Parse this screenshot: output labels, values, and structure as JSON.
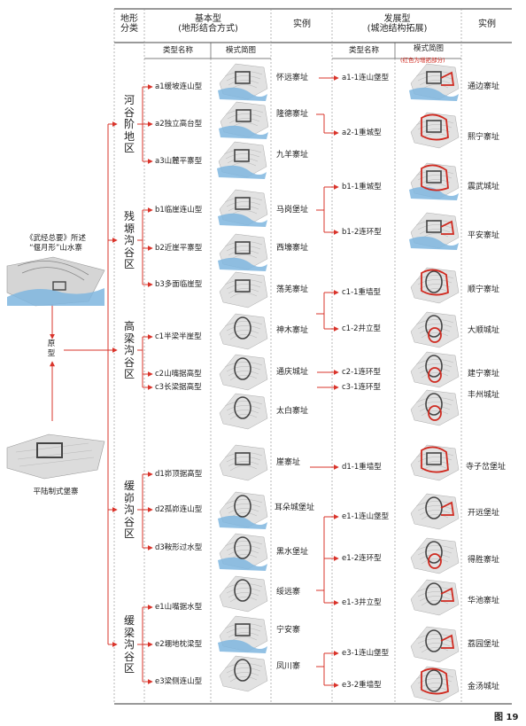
{
  "header": {
    "landform": "地形\n分类",
    "basic": "基本型\n(地形结合方式)",
    "example1": "实例",
    "developed": "发展型\n(城池结构拓展)",
    "example2": "实例",
    "sub_type_name_1": "类型名称",
    "sub_diagram_1": "模式简图",
    "sub_type_name_2": "类型名称",
    "sub_diagram_2": "模式简图",
    "red_note": "(红色为增拓部分)"
  },
  "left": {
    "top_caption": "《武经总要》所述\n“偃月形”山水寨",
    "prototype": "原\n型",
    "bottom_caption": "平陆制式堡寨"
  },
  "categories": [
    {
      "label": "河\n谷\n阶\n地\n区"
    },
    {
      "label": "残\n塬\n沟\n谷\n区"
    },
    {
      "label": "高\n梁\n沟\n谷\n区"
    },
    {
      "label": "缓\n峁\n沟\n谷\n区"
    },
    {
      "label": "缓\n梁\n沟\n谷\n区"
    }
  ],
  "basic_types": [
    {
      "name": "a1缓坡连山型",
      "example": "怀远寨址"
    },
    {
      "name": "a2独立高台型",
      "example": "隆德寨址"
    },
    {
      "name": "a3山麓平寨型",
      "example": "九羊寨址"
    },
    {
      "name": "b1临崖连山型",
      "example": "马岗堡址"
    },
    {
      "name": "b2近崖平寨型",
      "example": "西壕寨址"
    },
    {
      "name": "b3多面临崖型",
      "example": "荡羌寨址"
    },
    {
      "name": "c1半梁半崖型",
      "example": "神木寨址"
    },
    {
      "name": "c2山嘴据高型",
      "example": "通庆城址"
    },
    {
      "name": "c3长梁据高型",
      "example": "太白寨址"
    },
    {
      "name": "d1峁顶据高型",
      "example": "崖寨址"
    },
    {
      "name": "d2孤峁连山型",
      "example": "耳朵城堡址"
    },
    {
      "name": "d3鞍形过水型",
      "example": "黑水堡址"
    },
    {
      "name": "e1山嘴据水型",
      "example": "绥远寨"
    },
    {
      "name": "e2堋地枕梁型",
      "example": "宁安寨"
    },
    {
      "name": "e3梁侧连山型",
      "example": "凤川寨"
    }
  ],
  "developed_types": [
    {
      "name": "a1-1连山堡型",
      "example": "通边寨址"
    },
    {
      "name": "a2-1重城型",
      "example": "熙宁寨址"
    },
    {
      "name": "b1-1重城型",
      "example": "震武城址"
    },
    {
      "name": "b1-2连环型",
      "example": "平安寨址"
    },
    {
      "name": "c1-1重墙型",
      "example": "顺宁寨址"
    },
    {
      "name": "c1-2井立型",
      "example": "大顺城址"
    },
    {
      "name": "c2-1连环型",
      "example": "建宁寨址"
    },
    {
      "name": "c3-1连环型",
      "example": "丰州城址"
    },
    {
      "name": "d1-1重墙型",
      "example": "寺子岔堡址"
    },
    {
      "name": "e1-1连山堡型",
      "example": "开远堡址"
    },
    {
      "name": "e1-2连环型",
      "example": "得胜寨址"
    },
    {
      "name": "e1-3井立型",
      "example": "华池寨址"
    },
    {
      "name": "e3-1连山堡型",
      "example": "荔园堡址"
    },
    {
      "name": "e3-2重墙型",
      "example": "金汤城址"
    }
  ],
  "figure_label": "图 19",
  "colors": {
    "arrow": "#d9342b",
    "water": "#7fb6df",
    "terrain": "#c9c9c9",
    "wall": "#444444",
    "added": "#d02a20"
  }
}
